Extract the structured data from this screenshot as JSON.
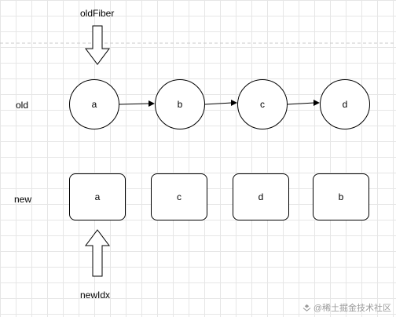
{
  "pointers": {
    "top": "oldFiber",
    "bottom": "newIdx"
  },
  "rows": {
    "old_label": "old",
    "new_label": "new"
  },
  "old_nodes": [
    "a",
    "b",
    "c",
    "d"
  ],
  "new_nodes": [
    "a",
    "c",
    "d",
    "b"
  ],
  "watermark": "@稀土掘金技术社区",
  "colors": {
    "stroke": "#000000",
    "grid": "#e6e6e6",
    "dashed_line": "#c8c8c8",
    "watermark": "#9a9a9a"
  }
}
